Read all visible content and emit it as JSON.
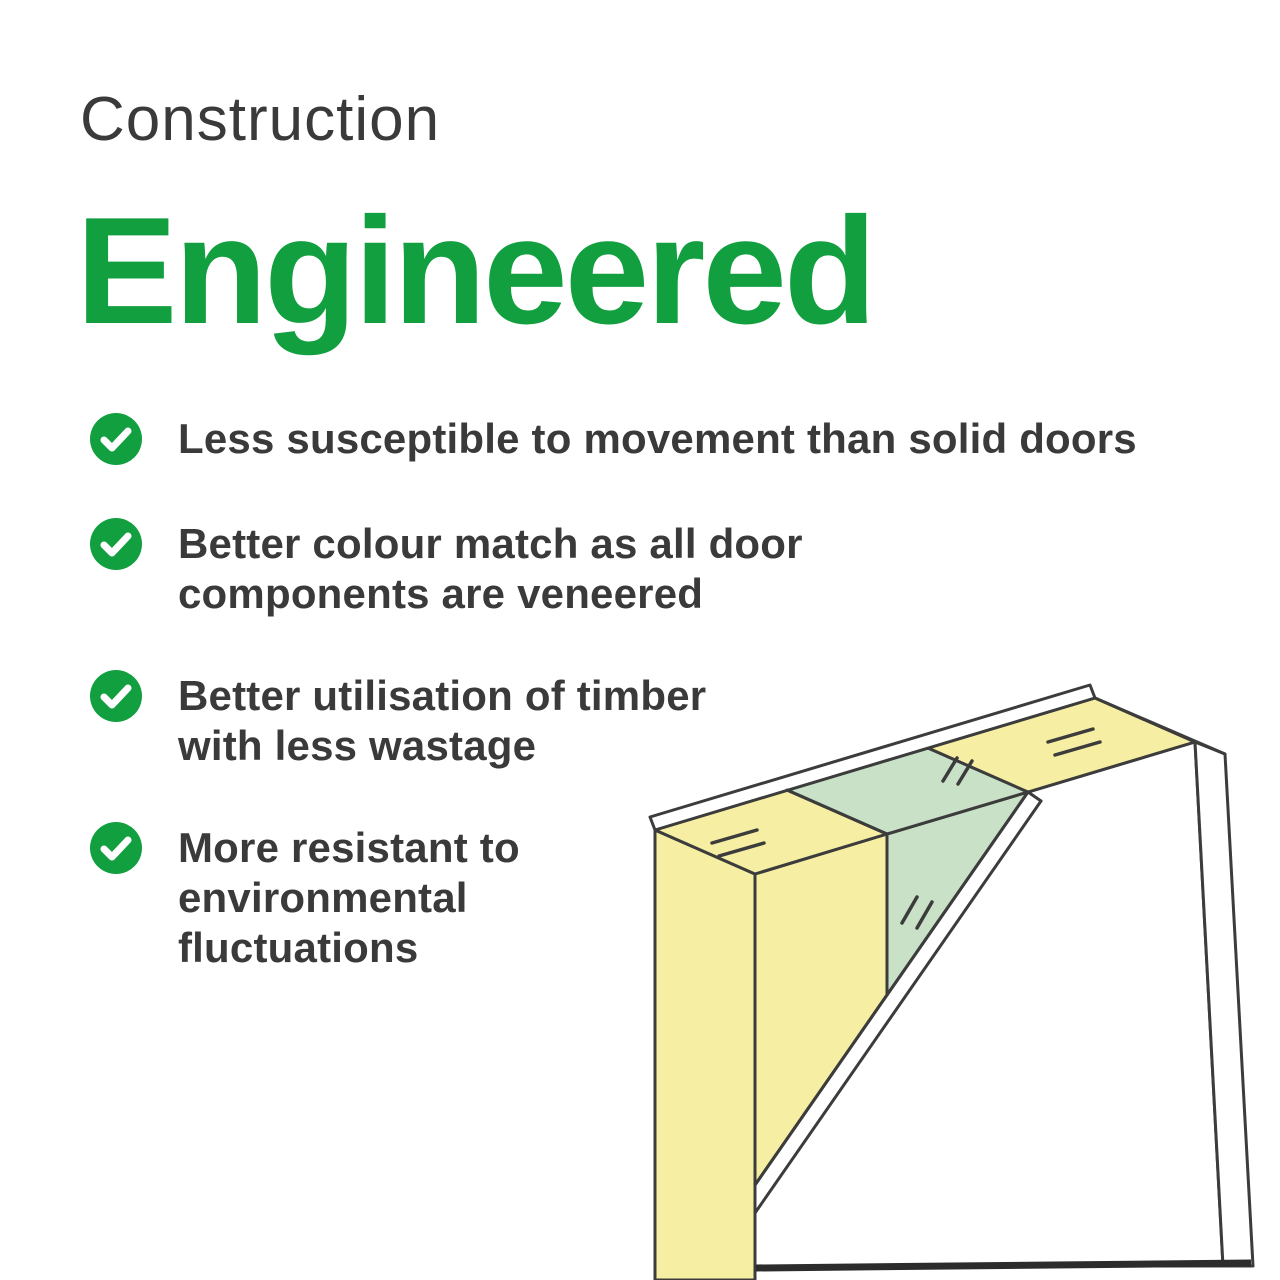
{
  "header": {
    "eyebrow": "Construction",
    "title": "Engineered",
    "title_color": "#129f3f",
    "text_color": "#3a3a3a"
  },
  "bullets": [
    {
      "icon": "check-circle-icon",
      "lines": [
        "Less susceptible to movement than solid doors"
      ]
    },
    {
      "icon": "check-circle-icon",
      "lines": [
        "Better colour match as all door",
        "components are veneered"
      ]
    },
    {
      "icon": "check-circle-icon",
      "lines": [
        "Better utilisation of timber",
        "with less wastage"
      ]
    },
    {
      "icon": "check-circle-icon",
      "lines": [
        "More resistant to",
        "environmental",
        "fluctuations"
      ]
    }
  ],
  "illustration": {
    "name": "engineered-door-corner-cross-section",
    "description": "Isometric cutaway of an engineered door corner: timber stiles and rails, green engineered core, white veneer peeled back diagonally",
    "colors": {
      "timber": "#f6efa3",
      "core": "#c9e2c7",
      "outline": "#3c3c3c",
      "veneer": "#ffffff"
    }
  }
}
